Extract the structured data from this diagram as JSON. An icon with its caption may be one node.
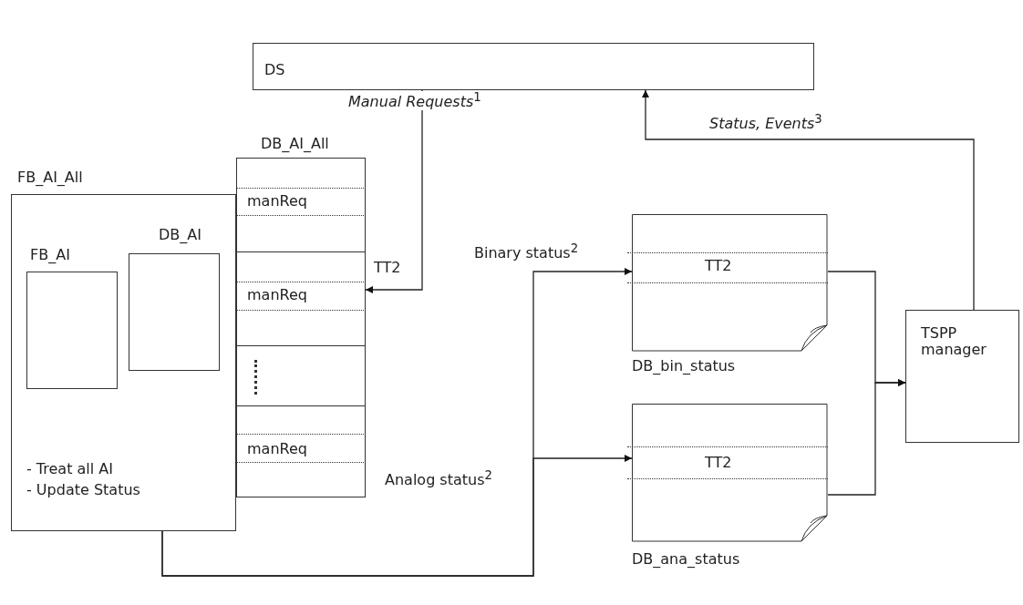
{
  "diagram": {
    "nodes": [
      {
        "text": [
          "DS"
        ]
      },
      {
        "text": [
          "DB_AI_All"
        ]
      },
      {
        "text": [
          "manReq"
        ],
        "in": 1
      },
      {
        "text": [
          "manReq"
        ],
        "in": 1,
        "beside": [
          "TT2"
        ]
      },
      {
        "text": [],
        "shape": "box",
        "in": 1
      },
      {
        "text": [
          "manReq"
        ],
        "in": 1
      },
      {
        "text": [
          "FB_AI_All",
          "- Treat all AI",
          "- Update Status"
        ]
      },
      {
        "text": [
          "DB_AI"
        ],
        "in": 6
      },
      {
        "text": [
          "FB_AI"
        ],
        "in": 6
      },
      {
        "text": [
          "TT2",
          "DB_bin_status"
        ]
      },
      {
        "text": [
          "TT2",
          "DB_ana_status"
        ]
      },
      {
        "text": [
          "TSPP manager"
        ]
      }
    ],
    "edges": [
      {
        "from": 0,
        "to": 3,
        "arrow": "to",
        "label": "*Manual Requests*$^{1}$"
      },
      {
        "from": 6,
        "to": 9,
        "arrow": "to",
        "label": "Binary status$^{2}$"
      },
      {
        "from": 6,
        "to": 10,
        "arrow": "to",
        "label": "Analog status$^{2}$"
      },
      {
        "from": 9,
        "to": 11,
        "arrow": "to"
      },
      {
        "from": 10,
        "to": 11,
        "arrow": "to"
      },
      {
        "from": 11,
        "to": 0,
        "arrow": "to",
        "label": "*Status, Events*$^{3}$"
      }
    ]
  }
}
